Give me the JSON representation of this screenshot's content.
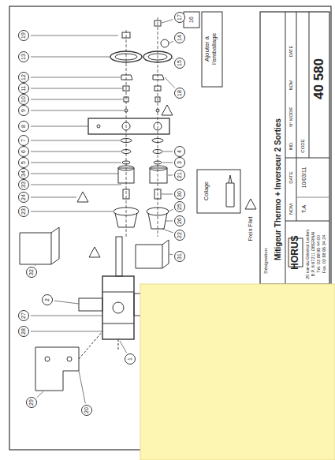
{
  "diagram": {
    "title": "Mitigeur Thermo + Inverseur 2 Sorties",
    "labels": [
      "Ajouter à l'emballage",
      "16",
      "Collage",
      "Frein Filet",
      "Désignation:",
      "HORUS",
      "20 rue du Général Leclerc",
      "B.P. 6 67211 OBERNAI",
      "Tél. 03 88 95 44 00",
      "Fax. 03 88 95 34 24",
      "NOM",
      "DATE",
      "T.A",
      "10/03/11",
      "IND.",
      "N° MODIF",
      "NOM",
      "DATE",
      "CODE",
      "40 580",
      "19",
      "13",
      "12",
      "11",
      "10",
      "9",
      "8",
      "7",
      "6",
      "5",
      "34",
      "33",
      "24",
      "23",
      "32",
      "2",
      "27",
      "28",
      "29",
      "20",
      "1",
      "17",
      "14",
      "15",
      "18",
      "4",
      "3",
      "21",
      "30",
      "25",
      "26",
      "22",
      "31"
    ]
  }
}
